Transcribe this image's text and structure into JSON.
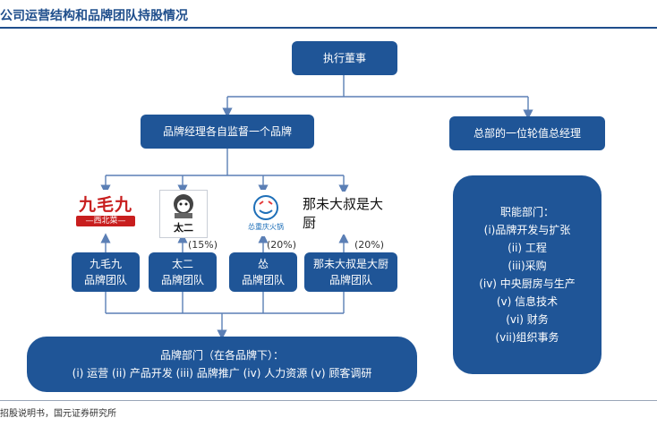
{
  "title": "公司运营结构和品牌团队持股情况",
  "source": "招股说明书，国元证券研究所",
  "boxes": {
    "exec_director": "执行董事",
    "brand_manager": "品牌经理各自监督一个品牌",
    "rotating_gm": "总部的一位轮值总经理"
  },
  "functional_departments": {
    "title": "职能部门：",
    "items": [
      "(i)品牌开发与扩张",
      "(ii) 工程",
      "(iii)采购",
      "(iv) 中央厨房与生产",
      "(v) 信息技术",
      "(vi) 财务",
      "(vii)组织事务"
    ]
  },
  "brand_teams": [
    {
      "name": "九毛九",
      "team": "品牌团队",
      "pct": ""
    },
    {
      "name": "太二",
      "team": "品牌团队",
      "pct": "(15%)"
    },
    {
      "name": "怂",
      "team": "品牌团队",
      "pct": "(20%)"
    },
    {
      "name": "那未大叔是大厨",
      "team": "品牌团队",
      "pct": "(20%)"
    }
  ],
  "logos": {
    "jiumaojiu_main": "九毛九",
    "jiumaojiu_sub": "—西北菜—",
    "taier": "太二",
    "song": "怂",
    "song_sub": "怂重庆火锅",
    "nabudashu": "那未大叔是大厨"
  },
  "brand_departments": {
    "title": "品牌部门（在各品牌下）：",
    "items": "(i) 运营 (ii) 产品开发 (iii) 品牌推广 (iv) 人力资源 (v) 顾客调研"
  },
  "colors": {
    "box": "#1f5597",
    "title": "#1f4e8c",
    "line": "#5b7fb5"
  }
}
